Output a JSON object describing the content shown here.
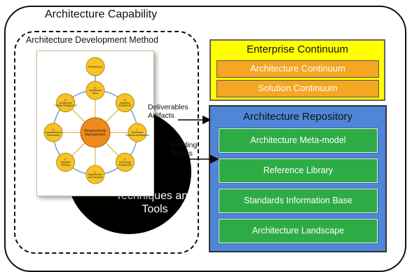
{
  "capability": {
    "title": "Architecture Capability"
  },
  "adm": {
    "title": "Architecture Development Method",
    "cycle": {
      "center": "Requirements Management",
      "preliminary": "Preliminary",
      "phases": [
        {
          "letter": "A.",
          "name": "Architecture Vision"
        },
        {
          "letter": "B.",
          "name": "Business Architecture"
        },
        {
          "letter": "C.",
          "name": "Information Systems Architectures"
        },
        {
          "letter": "D.",
          "name": "Technology Architecture"
        },
        {
          "letter": "E.",
          "name": "Opportunities and Solutions"
        },
        {
          "letter": "F.",
          "name": "Migration Planning"
        },
        {
          "letter": "G.",
          "name": "Implementation Governance"
        },
        {
          "letter": "H.",
          "name": "Architecture Change Management"
        }
      ]
    },
    "tools_label": "Techniques and Tools"
  },
  "labels": {
    "deliverables": "Deliverables",
    "artifacts": "Artifacts",
    "building": "Building",
    "blocks": "Blocks"
  },
  "enterprise_continuum": {
    "title": "Enterprise Continuum",
    "items": [
      "Architecture Continuum",
      "Solution Continuum"
    ]
  },
  "repository": {
    "title": "Architecture Repository",
    "items": [
      "Architecture Meta-model",
      "Reference Library",
      "Standards Information Base",
      "Architecture Landscape"
    ]
  },
  "colors": {
    "continuum_bg": "#ffff00",
    "continuum_item": "#f5a623",
    "repository_bg": "#4f86d8",
    "repository_item": "#2dac45",
    "phase_fill": "#f7c325",
    "center_fill": "#f08a1c"
  }
}
